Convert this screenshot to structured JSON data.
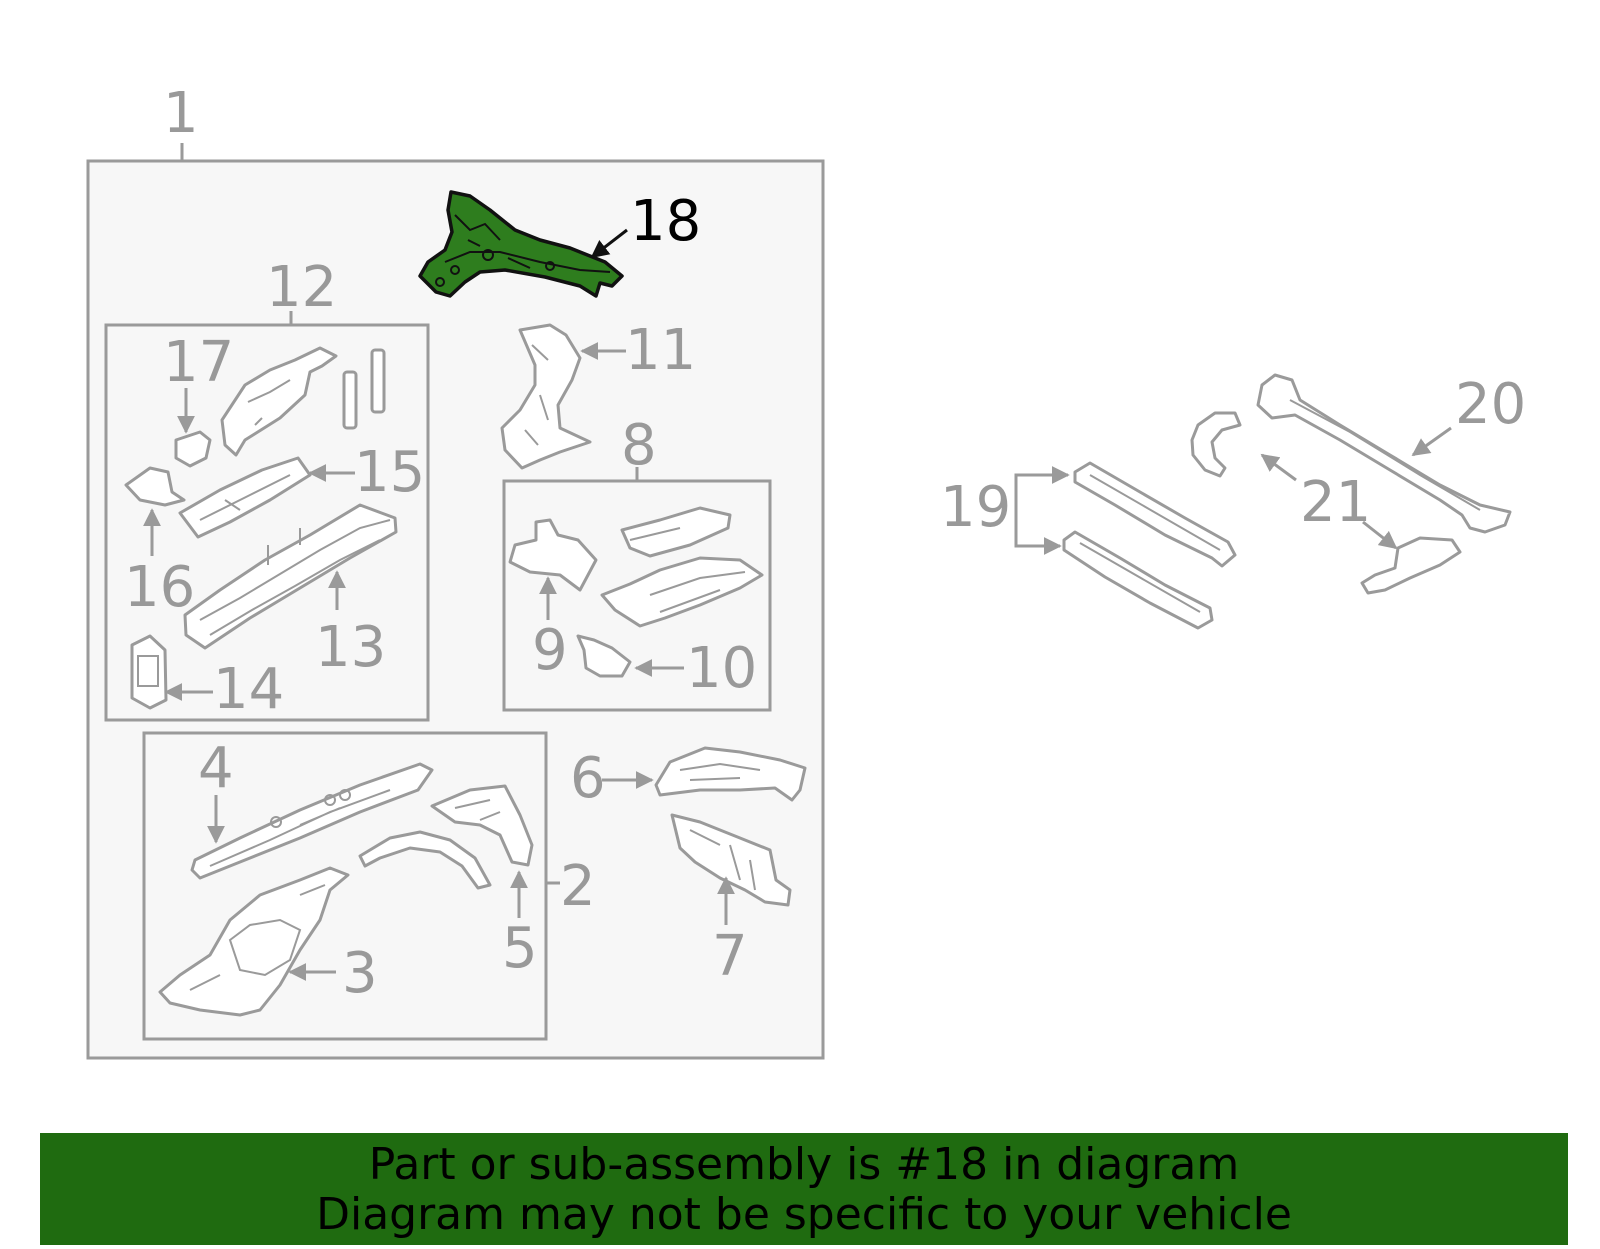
{
  "diagram": {
    "highlight_color": "#2e7d1e",
    "callouts": {
      "c1": "1",
      "c2": "2",
      "c3": "3",
      "c4": "4",
      "c5": "5",
      "c6": "6",
      "c7": "7",
      "c8": "8",
      "c9": "9",
      "c10": "10",
      "c11": "11",
      "c12": "12",
      "c13": "13",
      "c14": "14",
      "c15": "15",
      "c16": "16",
      "c17": "17",
      "c18": "18",
      "c19": "19",
      "c20": "20",
      "c21": "21"
    },
    "highlighted_part": "18"
  },
  "footer": {
    "line1": "Part or sub-assembly is #18 in diagram",
    "line2": "Diagram may not be specific to your vehicle",
    "background": "#1f6b10"
  }
}
